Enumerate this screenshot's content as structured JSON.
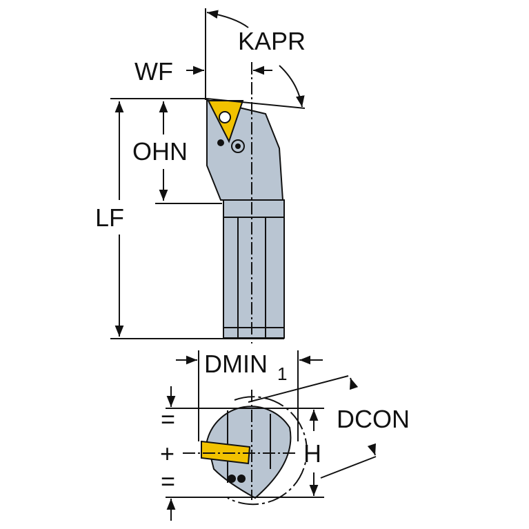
{
  "labels": {
    "kapr": "KAPR",
    "wf": "WF",
    "ohn": "OHN",
    "lf": "LF",
    "dmin": "DMIN",
    "dmin_sub": "1",
    "dcon": "DCON",
    "h": "H",
    "equal_top": "=",
    "equal_bottom": "=",
    "center_mark": "+"
  },
  "colors": {
    "body": "#b9c5d2",
    "insert": "#f2c200",
    "line": "#111111"
  }
}
